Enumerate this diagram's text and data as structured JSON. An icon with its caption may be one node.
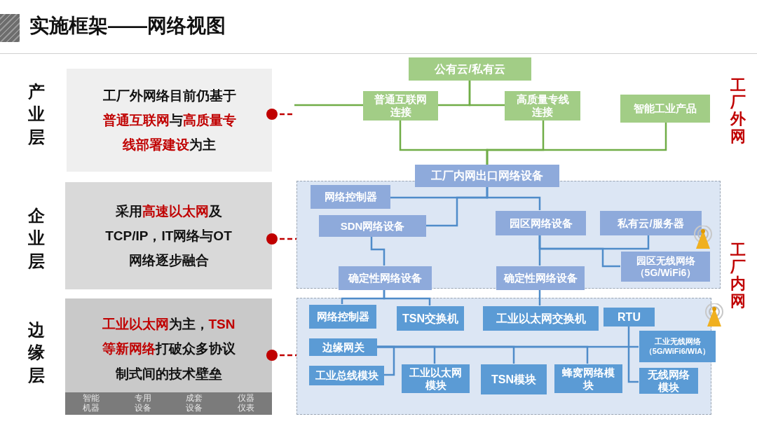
{
  "diagram": {
    "title": "实施框架——网络视图",
    "nodes": [
      {
        "text": [
          "工厂外网络目前仍基于**普通互联网**与**高质量专线部署建设**为主"
        ]
      },
      {
        "text": [
          "采用**高速以太网**及TCP/IP，IT网络与OT网络逐步融合"
        ]
      },
      {
        "text": [
          "**工业以太网**为主，**TSN等新网络**打破众多协议制式间的技术壁垒",
          "智能机器",
          "专用设备",
          "成套设备",
          "仪器仪表"
        ]
      },
      {
        "text": [
          "公有云/私有云"
        ]
      },
      {
        "text": [
          "普通互联网连接"
        ]
      },
      {
        "text": [
          "高质量专线连接"
        ]
      },
      {
        "text": [
          "智能工业产品"
        ]
      },
      {
        "text": [
          "工厂内网出口网络设备"
        ]
      },
      {
        "text": [],
        "shape": "box"
      },
      {
        "text": [
          "网络控制器"
        ],
        "in": 8
      },
      {
        "text": [
          "SDN网络设备"
        ],
        "in": 8
      },
      {
        "text": [
          "园区网络设备"
        ],
        "in": 8
      },
      {
        "text": [
          "私有云/服务器"
        ],
        "in": 8
      },
      {
        "text": [
          "园区无线网络（5G/WiFi6）"
        ],
        "in": 8
      },
      {
        "text": [
          "确定性网络设备"
        ],
        "in": 8
      },
      {
        "text": [
          "确定性网络设备"
        ],
        "in": 8
      },
      {
        "text": [],
        "shape": "box"
      },
      {
        "text": [
          "网络控制器"
        ],
        "in": 16
      },
      {
        "text": [
          "TSN交换机"
        ],
        "in": 16
      },
      {
        "text": [
          "工业以太网交换机"
        ],
        "in": 16
      },
      {
        "text": [
          "RTU"
        ],
        "in": 16
      },
      {
        "text": [
          "边缘网关"
        ],
        "in": 16
      },
      {
        "text": [
          "工业无线网络（5G/WiFi6/WIA）"
        ],
        "in": 16
      },
      {
        "text": [
          "工业总线模块"
        ],
        "in": 16
      },
      {
        "text": [
          "工业以太网模块"
        ],
        "in": 16
      },
      {
        "text": [
          "TSN模块"
        ],
        "in": 16
      },
      {
        "text": [
          "蜂窝网络模块"
        ],
        "in": 16
      },
      {
        "text": [
          "无线网络模块"
        ],
        "in": 16
      }
    ],
    "edges": [
      {
        "from": 0,
        "to": null,
        "arrow": "other",
        "style": "dashed",
        "color": "#c00000"
      },
      {
        "from": null,
        "to": 4,
        "arrow": "none",
        "color": "#70ad47"
      },
      {
        "from": 3,
        "to": 4,
        "arrow": "none",
        "color": "#70ad47"
      },
      {
        "from": 3,
        "to": 5,
        "arrow": "none",
        "color": "#70ad47"
      },
      {
        "from": 4,
        "to": 7,
        "arrow": "none",
        "color": "#70ad47"
      },
      {
        "from": 5,
        "to": 7,
        "arrow": "none",
        "color": "#70ad47"
      },
      {
        "from": 6,
        "to": 7,
        "arrow": "none",
        "color": "#70ad47"
      },
      {
        "from": 1,
        "to": 8,
        "arrow": "other",
        "style": "dashed",
        "color": "#c00000"
      },
      {
        "from": 2,
        "to": 16,
        "arrow": "other",
        "style": "dashed",
        "color": "#c00000"
      },
      {
        "from": 7,
        "to": 9,
        "arrow": "none"
      },
      {
        "from": 7,
        "to": 10,
        "arrow": "none"
      },
      {
        "from": 7,
        "to": 11,
        "arrow": "none"
      },
      {
        "from": 10,
        "to": 14,
        "arrow": "none"
      },
      {
        "from": 11,
        "to": 15,
        "arrow": "none"
      },
      {
        "from": 11,
        "to": 12,
        "arrow": "none"
      },
      {
        "from": 11,
        "to": 13,
        "arrow": "none"
      },
      {
        "from": 14,
        "to": 17,
        "arrow": "none"
      },
      {
        "from": 14,
        "to": 18,
        "arrow": "none"
      },
      {
        "from": 15,
        "to": 19,
        "arrow": "none"
      },
      {
        "from": 21,
        "to": 22,
        "arrow": "none"
      },
      {
        "from": 21,
        "to": 23,
        "arrow": "none"
      },
      {
        "from": 21,
        "to": 24,
        "arrow": "none"
      },
      {
        "from": 21,
        "to": 25,
        "arrow": "none"
      },
      {
        "from": 21,
        "to": 26,
        "arrow": "none"
      },
      {
        "from": 20,
        "to": 27,
        "arrow": "none"
      }
    ],
    "labels": [
      "产业层",
      "企业层",
      "边缘层",
      "工厂外网",
      "工厂内网"
    ]
  }
}
